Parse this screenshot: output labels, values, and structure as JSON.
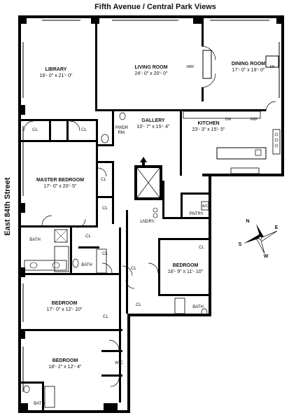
{
  "header": {
    "title": "Fifth Avenue / Central Park Views"
  },
  "side_label": "East 84th Street",
  "compass": {
    "n": "N",
    "e": "E",
    "s": "S",
    "w": "W"
  },
  "rooms": {
    "library": {
      "name": "LIBRARY",
      "dims": "16'- 0\" x 21'- 0\""
    },
    "living": {
      "name": "LIVING ROOM",
      "dims": "24'- 0\" x 20'- 0\""
    },
    "dining": {
      "name": "DINING ROOM",
      "dims": "17'- 0\" x 19'- 0\""
    },
    "gallery": {
      "name": "GALLERY",
      "dims": "10'- 7\" x 15'- 4\""
    },
    "kitchen": {
      "name": "KITCHEN",
      "dims": "23'- 3\" x 15'- 5\""
    },
    "master": {
      "name": "MASTER BEDROOM",
      "dims": "17'- 0\" x 20'- 5\""
    },
    "bedroom_e": {
      "name": "BEDROOM",
      "dims": "16'- 9\" x 11'- 10\""
    },
    "bedroom_m": {
      "name": "BEDROOM",
      "dims": "17'- 0\" x 12'- 10\""
    },
    "bedroom_s": {
      "name": "BEDROOM",
      "dims": "18'- 2\" x 12'- 4\""
    }
  },
  "small_labels": {
    "wbf": "WBF",
    "fp": "FP",
    "pwdr_1": "PWDR",
    "pwdr_2": "RM.",
    "cl": "CL",
    "bath": "BATH",
    "lndry": "LNDRY.",
    "pntry": "PNTRY.",
    "wic": "WIC",
    "ac": "A/C",
    "dw": "DW",
    "ref": "REF"
  }
}
